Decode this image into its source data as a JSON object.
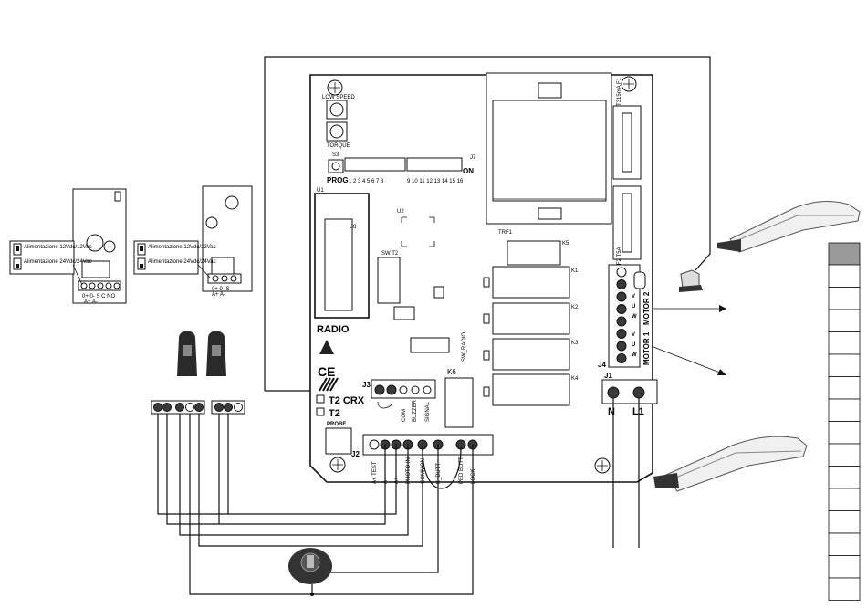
{
  "rx": {
    "title": "RX",
    "power_12": "Alimentazione 12Vdc/12Vac",
    "power_24": "Alimentazione 24Vdc/24Vac",
    "terminals_top": "0+ 0- S C NO",
    "terminals_bottom": "A+ A-"
  },
  "tx": {
    "title": "TX",
    "power_12": "Alimentazione 12Vdc/12Vac",
    "power_24": "Alimentazione 24Vdc/24Vac",
    "terminals_top": "0+ 0- S",
    "terminals_bottom": "A+ A-"
  },
  "board": {
    "low_speed": "LOW SPEED",
    "torque": "TORQUE",
    "prog": "PROG",
    "s3": "S3",
    "u1": "U1",
    "j8": "J8",
    "u2": "U2",
    "radio": "RADIO",
    "ce": "CE",
    "sw_t2": "SW T2",
    "trf1": "TRF1",
    "on": "ON",
    "j7": "J7",
    "dip_left": "1 2 3 4 5 6 7 8",
    "dip_right": "9 10 11 12 13 14 15 16",
    "fuse_f1": "T315mA F1",
    "fuse_f2": "F2 T5A",
    "k1": "K1",
    "k2": "K2",
    "k3": "K3",
    "k4": "K4",
    "k5": "K5",
    "k6": "K6",
    "sw_radio": "SW_RADIO",
    "j3": "J3",
    "t2_crx": "T2 CRX",
    "t2": "T2",
    "probe": "PROBE",
    "com": "COM",
    "buzzer": "BUZZER",
    "signal": "SIGNAL",
    "j2": "J2",
    "j2_labels": [
      "A+ TEST",
      "A-",
      "A+",
      "PHOTO IN",
      "COMMON",
      "K_BUTT",
      "PED BUTT",
      "LOCK"
    ],
    "j4": "J4",
    "motor2": "MOTOR 2",
    "motor1": "MOTOR 1",
    "motor_pins": [
      "V",
      "U",
      "W"
    ],
    "j1": "J1",
    "n": "N",
    "l1": "L1"
  },
  "colors": {
    "line": "#111111",
    "terminal_dark": "#3a3a3a",
    "sidebar_grey": "#9a9a9a"
  }
}
